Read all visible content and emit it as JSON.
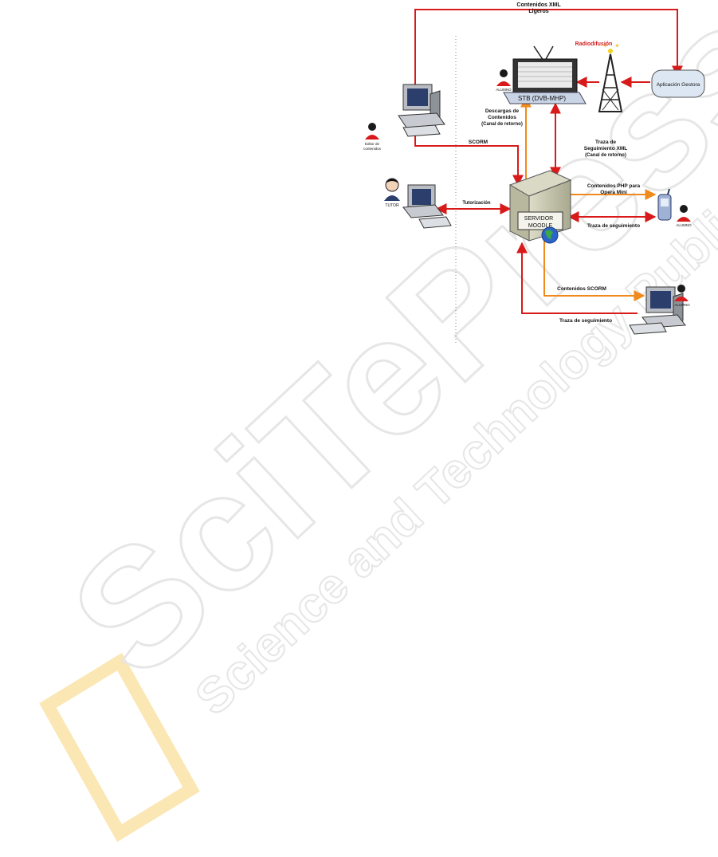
{
  "colors": {
    "red_arrow": "#d81a1a",
    "orange_arrow": "#f08a1c",
    "watermark_gray": "#e9e9e9",
    "watermark_yellow": "#fbe7b4",
    "radio_label": "#d21f1f",
    "gestora_fill": "#dde7f3"
  },
  "labels": {
    "top_xml": "Contenidos XML",
    "top_xml_2": "Ligeros",
    "radiodifusion": "Radiodifusión",
    "aplicacion_gestora": "Aplicación Gestora",
    "stb": "STB (DVB-MHP)",
    "descargas_1": "Descargas de",
    "descargas_2": "Contenidos",
    "descargas_3": "(Canal de retorno)",
    "traza_xml_1": "Traza de",
    "traza_xml_2": "Seguimiento XML",
    "traza_xml_3": "(Canal de retorno)",
    "scorm": "SCORM",
    "tutorizacion": "Tutorización",
    "php_1": "Contenidos PHP para",
    "php_2": "Opera Mini",
    "traza_mobile": "Traza de seguimiento",
    "contenidos_scorm": "Contenidos SCORM",
    "traza_pc": "Traza de seguimiento",
    "servidor_1": "SERVIDOR",
    "servidor_2": "MOODLE"
  },
  "people": {
    "alumno_tv": "ALUMNO",
    "editor_1": "Editor de",
    "editor_2": "contenidos",
    "tutor": "TUTOR",
    "alumno_mobile": "ALUMNO",
    "alumno_pc": "ALUMNO"
  },
  "watermark": {
    "brand": "SciTePress",
    "tagline": "Science and Technology Publications"
  },
  "icons": [
    "television-icon",
    "set-top-box-icon",
    "broadcast-tower-icon",
    "desktop-computer-icon",
    "server-icon",
    "globe-icon",
    "mobile-phone-icon",
    "person-icon"
  ]
}
